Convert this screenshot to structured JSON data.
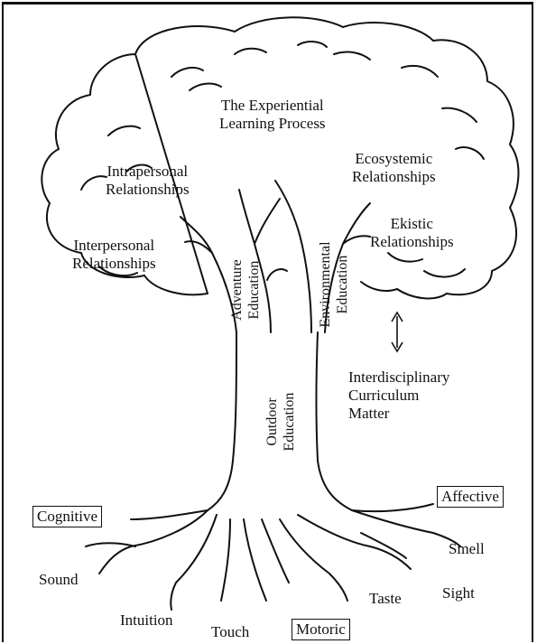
{
  "diagram": {
    "canopy": {
      "title": [
        "The Experiential",
        "Learning Process"
      ],
      "intrapersonal": [
        "Intrapersonal",
        "Relationships"
      ],
      "interpersonal": [
        "Interpersonal",
        "Relationships"
      ],
      "ecosystemic": [
        "Ecosystemic",
        "Relationships"
      ],
      "ekistic": [
        "Ekistic",
        "Relationships"
      ]
    },
    "branches": {
      "adventure": [
        "Adventure",
        "Education"
      ],
      "environmental": [
        "Environmental",
        "Education"
      ]
    },
    "trunk": {
      "outdoor": [
        "Outdoor",
        "Education"
      ]
    },
    "side_note": [
      "Interdisciplinary",
      "Curriculum",
      "Matter"
    ],
    "domains": {
      "cognitive": "Cognitive",
      "affective": "Affective",
      "motoric": "Motoric"
    },
    "senses": {
      "sound": "Sound",
      "intuition": "Intuition",
      "touch": "Touch",
      "taste": "Taste",
      "sight": "Sight",
      "smell": "Smell"
    }
  }
}
